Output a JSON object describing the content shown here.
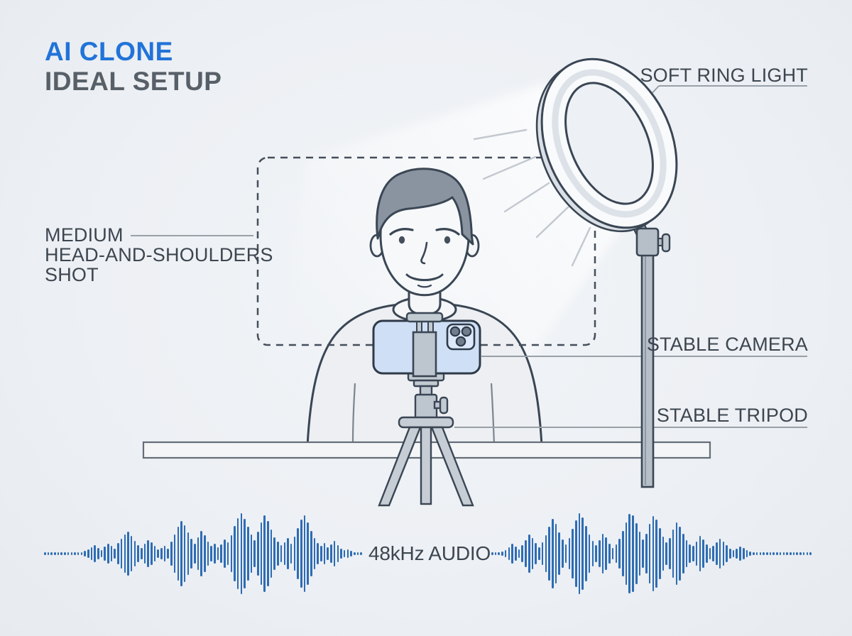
{
  "title": {
    "line1": "AI CLONE",
    "line2": "IDEAL SETUP"
  },
  "labels": {
    "ring_light": "SOFT RING LIGHT",
    "framing": "MEDIUM\nHEAD-AND-SHOULDERS\nSHOT",
    "camera": "STABLE CAMERA",
    "tripod": "STABLE TRIPOD",
    "audio": "48kHz AUDIO"
  },
  "colors": {
    "background": "#edf0f4",
    "title_blue": "#2173d8",
    "title_gray": "#575f68",
    "label_text": "#3d4650",
    "outline": "#3a4654",
    "leader_line": "#98a0a8",
    "phone_fill": "#cfe0f6",
    "camera_bump_fill": "#dde9fa",
    "metal_fill": "#bcc4cd",
    "shirt_fill": "#edeff2",
    "hair_fill": "#8a94a0",
    "skin_fill": "#f6f8fa",
    "waveform_blue": "#2e6cb3"
  },
  "waveform": {
    "bar_color": "#2e6cb3",
    "left_heights": [
      4,
      4,
      4,
      4,
      4,
      4,
      4,
      4,
      4,
      4,
      4,
      4,
      8,
      12,
      18,
      24,
      16,
      10,
      20,
      28,
      22,
      14,
      30,
      42,
      54,
      62,
      50,
      36,
      24,
      16,
      28,
      38,
      32,
      22,
      12,
      16,
      22,
      14,
      34,
      54,
      76,
      92,
      80,
      60,
      42,
      28,
      46,
      64,
      52,
      34,
      22,
      28,
      18,
      26,
      40,
      32,
      52,
      78,
      100,
      114,
      98,
      76,
      54,
      38,
      62,
      88,
      108,
      92,
      68,
      46,
      34,
      24,
      32,
      44,
      28,
      48,
      72,
      96,
      108,
      88,
      64,
      44,
      30,
      22,
      30,
      18,
      26,
      36,
      24,
      14,
      10,
      12,
      8,
      4,
      4,
      4
    ],
    "right_heights": [
      4,
      4,
      4,
      6,
      10,
      18,
      28,
      20,
      12,
      24,
      38,
      54,
      44,
      30,
      18,
      32,
      52,
      76,
      98,
      84,
      60,
      40,
      26,
      44,
      70,
      94,
      114,
      102,
      78,
      54,
      36,
      24,
      38,
      56,
      46,
      28,
      16,
      26,
      42,
      64,
      88,
      112,
      108,
      86,
      62,
      40,
      56,
      84,
      106,
      96,
      72,
      48,
      32,
      44,
      68,
      88,
      76,
      56,
      38,
      26,
      22,
      34,
      50,
      40,
      26,
      16,
      22,
      32,
      42,
      34,
      24,
      14,
      10,
      14,
      20,
      16,
      10,
      6,
      4,
      4,
      4,
      4,
      4,
      4,
      4,
      4,
      4,
      4,
      4,
      4,
      4,
      4,
      4,
      4,
      4,
      4
    ]
  }
}
